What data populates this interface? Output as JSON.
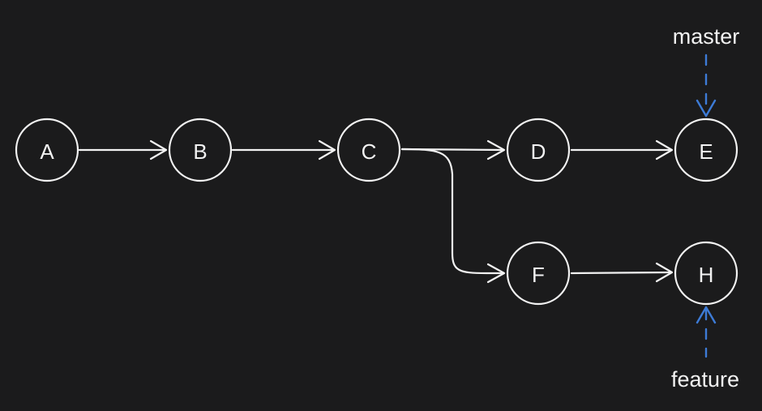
{
  "diagram": {
    "nodes": {
      "A": "A",
      "B": "B",
      "C": "C",
      "D": "D",
      "E": "E",
      "F": "F",
      "H": "H"
    },
    "branches": {
      "master": "master",
      "feature": "feature"
    },
    "colors": {
      "background": "#1b1b1c",
      "stroke": "#f2f2f2",
      "pointer": "#3d7bd6"
    }
  }
}
